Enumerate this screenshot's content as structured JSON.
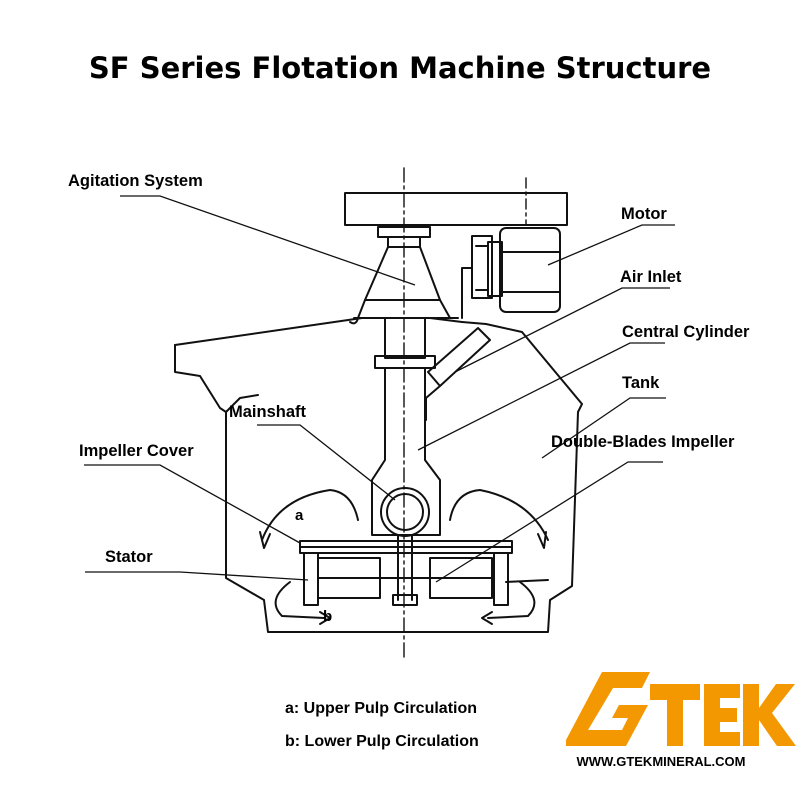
{
  "title": "SF Series Flotation Machine Structure",
  "labels": {
    "agitation_system": "Agitation System",
    "motor": "Motor",
    "air_inlet": "Air Inlet",
    "central_cylinder": "Central Cylinder",
    "tank": "Tank",
    "mainshaft": "Mainshaft",
    "double_blades_impeller": "Double-Blades Impeller",
    "impeller_cover": "Impeller Cover",
    "stator": "Stator",
    "a": "a",
    "b": "b"
  },
  "legend": {
    "a": "a: Upper Pulp Circulation",
    "b": "b: Lower Pulp Circulation"
  },
  "logo": {
    "text": "GTEK",
    "url": "WWW.GTEKMINERAL.COM",
    "color": "#f39800"
  }
}
